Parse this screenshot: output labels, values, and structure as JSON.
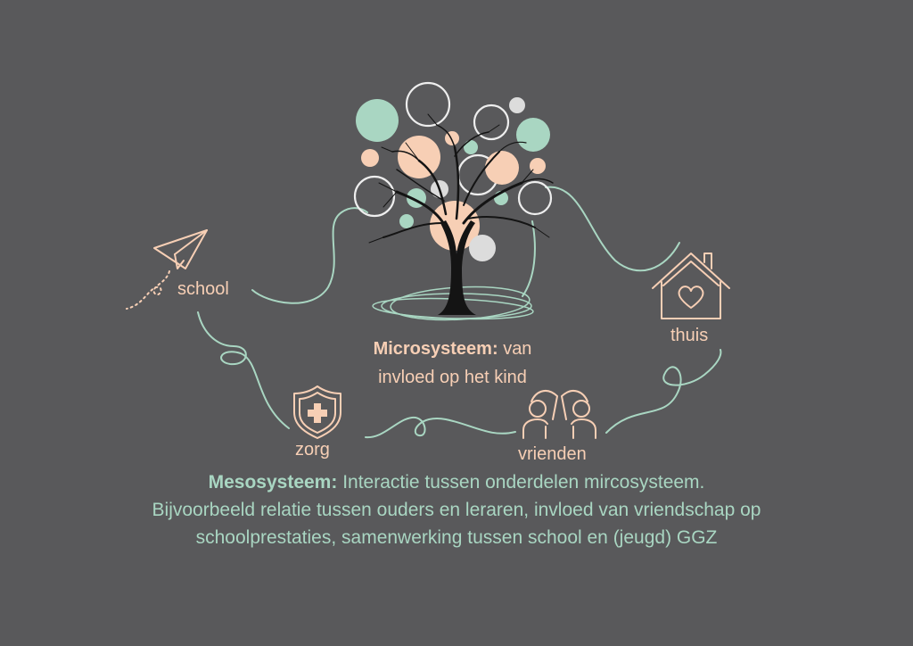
{
  "colors": {
    "background": "#59595b",
    "mint": "#a9d6c2",
    "peach": "#f7cfb5",
    "light_gray": "#dcdcdc",
    "ring": "#eeeeee",
    "trunk": "#141414"
  },
  "icons": {
    "center": "tree-icon",
    "school": "paper-plane-icon",
    "thuis": "house-heart-icon",
    "zorg": "shield-cross-icon",
    "vrienden": "high-five-icon"
  },
  "labels": {
    "school": "school",
    "thuis": "thuis",
    "zorg": "zorg",
    "vrienden": "vrienden"
  },
  "micro": {
    "title": "Microsysteem:",
    "rest": "van",
    "line2": "invloed op het kind"
  },
  "meso": {
    "title": "Mesosysteem:",
    "rest": "Interactie tussen onderdelen mircosysteem.",
    "line2": "Bijvoorbeeld relatie tussen ouders en leraren, invloed van vriendschap op",
    "line3": "schoolprestaties, samenwerking tussen school en (jeugd) GGZ"
  }
}
